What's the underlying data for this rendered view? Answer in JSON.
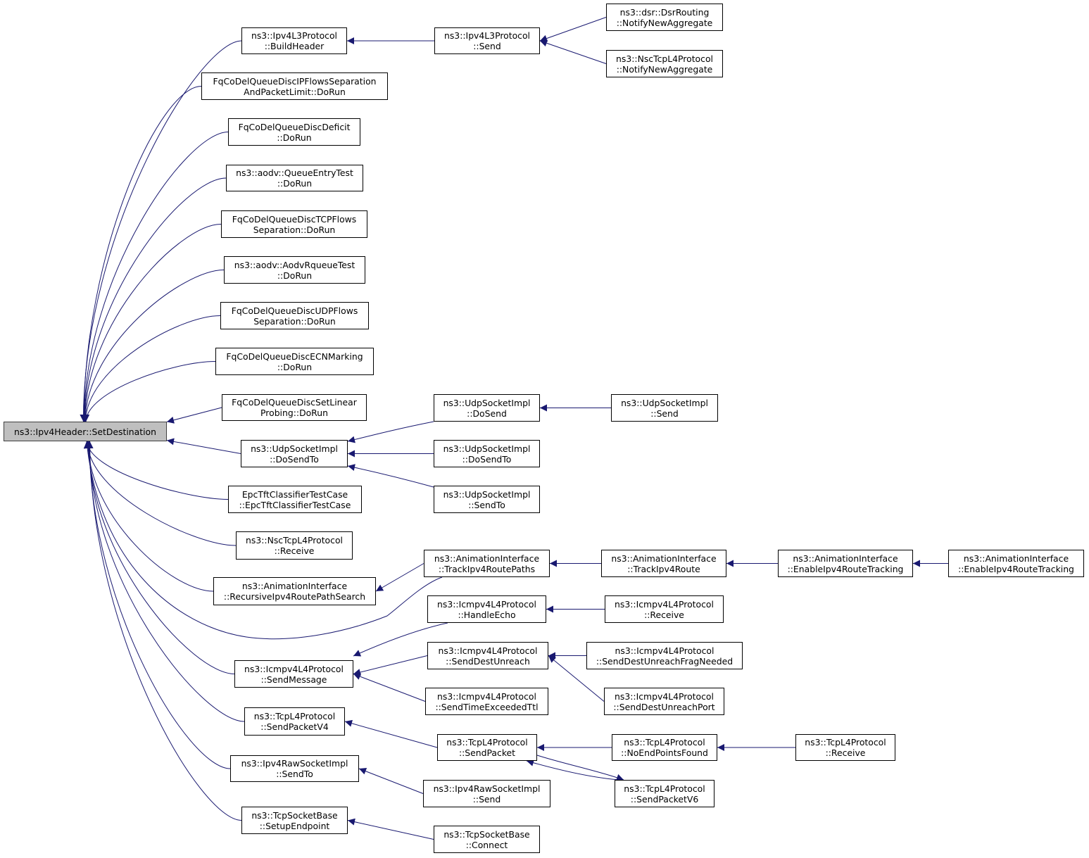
{
  "root": "n0",
  "colors": {
    "edge": "#191970",
    "node_border": "#000000",
    "root_fill": "#bfbfbf"
  },
  "nodes": [
    {
      "id": "n0",
      "lines": [
        "ns3::Ipv4Header::SetDestination"
      ]
    },
    {
      "id": "n1",
      "lines": [
        "ns3::Ipv4L3Protocol",
        "::BuildHeader"
      ]
    },
    {
      "id": "n2",
      "lines": [
        "FqCoDelQueueDiscIPFlowsSeparation",
        "AndPacketLimit::DoRun"
      ]
    },
    {
      "id": "n3",
      "lines": [
        "FqCoDelQueueDiscDeficit",
        "::DoRun"
      ]
    },
    {
      "id": "n4",
      "lines": [
        "ns3::aodv::QueueEntryTest",
        "::DoRun"
      ]
    },
    {
      "id": "n5",
      "lines": [
        "FqCoDelQueueDiscTCPFlows",
        "Separation::DoRun"
      ]
    },
    {
      "id": "n6",
      "lines": [
        "ns3::aodv::AodvRqueueTest",
        "::DoRun"
      ]
    },
    {
      "id": "n7",
      "lines": [
        "FqCoDelQueueDiscUDPFlows",
        "Separation::DoRun"
      ]
    },
    {
      "id": "n8",
      "lines": [
        "FqCoDelQueueDiscECNMarking",
        "::DoRun"
      ]
    },
    {
      "id": "n9",
      "lines": [
        "FqCoDelQueueDiscSetLinear",
        "Probing::DoRun"
      ]
    },
    {
      "id": "n10",
      "lines": [
        "ns3::UdpSocketImpl",
        "::DoSendTo"
      ]
    },
    {
      "id": "n11",
      "lines": [
        "EpcTftClassifierTestCase",
        "::EpcTftClassifierTestCase"
      ]
    },
    {
      "id": "n12",
      "lines": [
        "ns3::NscTcpL4Protocol",
        "::Receive"
      ]
    },
    {
      "id": "n13",
      "lines": [
        "ns3::AnimationInterface",
        "::RecursiveIpv4RoutePathSearch"
      ]
    },
    {
      "id": "n14",
      "lines": [
        "ns3::Icmpv4L4Protocol",
        "::SendMessage"
      ]
    },
    {
      "id": "n15",
      "lines": [
        "ns3::TcpL4Protocol",
        "::SendPacketV4"
      ]
    },
    {
      "id": "n16",
      "lines": [
        "ns3::Ipv4RawSocketImpl",
        "::SendTo"
      ]
    },
    {
      "id": "n17",
      "lines": [
        "ns3::TcpSocketBase",
        "::SetupEndpoint"
      ]
    },
    {
      "id": "n18",
      "lines": [
        "ns3::Ipv4L3Protocol",
        "::Send"
      ]
    },
    {
      "id": "n19",
      "lines": [
        "ns3::dsr::DsrRouting",
        "::NotifyNewAggregate"
      ]
    },
    {
      "id": "n20",
      "lines": [
        "ns3::NscTcpL4Protocol",
        "::NotifyNewAggregate"
      ]
    },
    {
      "id": "n21",
      "lines": [
        "ns3::UdpSocketImpl",
        "::DoSend"
      ]
    },
    {
      "id": "n22",
      "lines": [
        "ns3::UdpSocketImpl",
        "::Send"
      ]
    },
    {
      "id": "n23",
      "lines": [
        "ns3::UdpSocketImpl",
        "::DoSendTo"
      ]
    },
    {
      "id": "n24",
      "lines": [
        "ns3::UdpSocketImpl",
        "::SendTo"
      ]
    },
    {
      "id": "n25",
      "lines": [
        "ns3::AnimationInterface",
        "::TrackIpv4RoutePaths"
      ]
    },
    {
      "id": "n26",
      "lines": [
        "ns3::AnimationInterface",
        "::TrackIpv4Route"
      ]
    },
    {
      "id": "n27",
      "lines": [
        "ns3::AnimationInterface",
        "::EnableIpv4RouteTracking"
      ]
    },
    {
      "id": "n28",
      "lines": [
        "ns3::AnimationInterface",
        "::EnableIpv4RouteTracking"
      ]
    },
    {
      "id": "n29",
      "lines": [
        "ns3::Icmpv4L4Protocol",
        "::HandleEcho"
      ]
    },
    {
      "id": "n30",
      "lines": [
        "ns3::Icmpv4L4Protocol",
        "::Receive"
      ]
    },
    {
      "id": "n31",
      "lines": [
        "ns3::Icmpv4L4Protocol",
        "::SendDestUnreach"
      ]
    },
    {
      "id": "n32",
      "lines": [
        "ns3::Icmpv4L4Protocol",
        "::SendDestUnreachFragNeeded"
      ]
    },
    {
      "id": "n33",
      "lines": [
        "ns3::Icmpv4L4Protocol",
        "::SendTimeExceededTtl"
      ]
    },
    {
      "id": "n34",
      "lines": [
        "ns3::Icmpv4L4Protocol",
        "::SendDestUnreachPort"
      ]
    },
    {
      "id": "n35",
      "lines": [
        "ns3::TcpL4Protocol",
        "::SendPacket"
      ]
    },
    {
      "id": "n36",
      "lines": [
        "ns3::TcpL4Protocol",
        "::NoEndPointsFound"
      ]
    },
    {
      "id": "n37",
      "lines": [
        "ns3::TcpL4Protocol",
        "::Receive"
      ]
    },
    {
      "id": "n38",
      "lines": [
        "ns3::TcpL4Protocol",
        "::SendPacketV6"
      ]
    },
    {
      "id": "n39",
      "lines": [
        "ns3::Ipv4RawSocketImpl",
        "::Send"
      ]
    },
    {
      "id": "n40",
      "lines": [
        "ns3::TcpSocketBase",
        "::Connect"
      ]
    }
  ],
  "edges": [
    [
      "n1",
      "n0"
    ],
    [
      "n2",
      "n0"
    ],
    [
      "n3",
      "n0"
    ],
    [
      "n4",
      "n0"
    ],
    [
      "n5",
      "n0"
    ],
    [
      "n6",
      "n0"
    ],
    [
      "n7",
      "n0"
    ],
    [
      "n8",
      "n0"
    ],
    [
      "n9",
      "n0"
    ],
    [
      "n10",
      "n0"
    ],
    [
      "n11",
      "n0"
    ],
    [
      "n12",
      "n0"
    ],
    [
      "n13",
      "n0"
    ],
    [
      "n25",
      "n0"
    ],
    [
      "n14",
      "n0"
    ],
    [
      "n15",
      "n0"
    ],
    [
      "n16",
      "n0"
    ],
    [
      "n17",
      "n0"
    ],
    [
      "n18",
      "n1"
    ],
    [
      "n19",
      "n18"
    ],
    [
      "n20",
      "n18"
    ],
    [
      "n21",
      "n10"
    ],
    [
      "n23",
      "n10"
    ],
    [
      "n24",
      "n10"
    ],
    [
      "n22",
      "n21"
    ],
    [
      "n25",
      "n13"
    ],
    [
      "n26",
      "n25"
    ],
    [
      "n27",
      "n26"
    ],
    [
      "n28",
      "n27"
    ],
    [
      "n29",
      "n14"
    ],
    [
      "n31",
      "n14"
    ],
    [
      "n33",
      "n14"
    ],
    [
      "n30",
      "n29"
    ],
    [
      "n32",
      "n31"
    ],
    [
      "n34",
      "n31"
    ],
    [
      "n35",
      "n15"
    ],
    [
      "n36",
      "n35"
    ],
    [
      "n38",
      "n35"
    ],
    [
      "n35",
      "n38"
    ],
    [
      "n37",
      "n36"
    ],
    [
      "n39",
      "n16"
    ],
    [
      "n40",
      "n17"
    ]
  ]
}
